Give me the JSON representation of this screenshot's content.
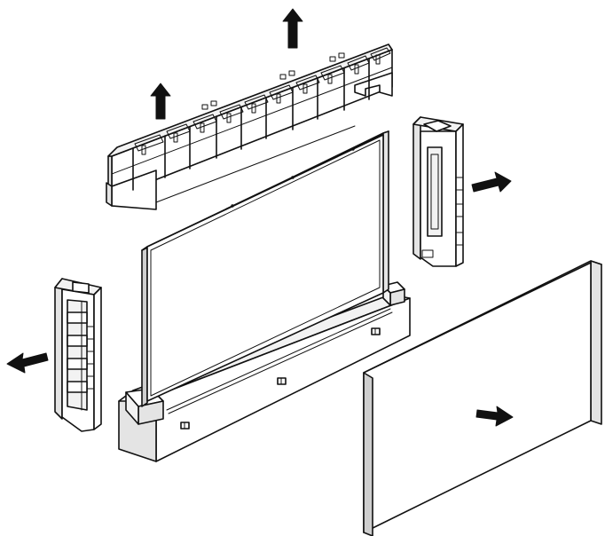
{
  "diagram": {
    "labels": []
  },
  "colors": {
    "line": "#111111",
    "background": "#ffffff",
    "arrow": "#111111"
  },
  "parts": {
    "top_cushion": "top-foam-cushion",
    "right_side_cushion": "right-side-foam-cushion",
    "left_side_cushion": "left-side-foam-cushion",
    "bottom_cushion": "bottom-foam-cushion",
    "panel": "display-panel",
    "front_board": "front-protective-board"
  },
  "arrows": {
    "up_left": "arrow-up-icon",
    "up_right": "arrow-up-icon",
    "right_cushion": "arrow-right-icon",
    "left_cushion": "arrow-left-icon",
    "front_board": "arrow-right-icon"
  }
}
